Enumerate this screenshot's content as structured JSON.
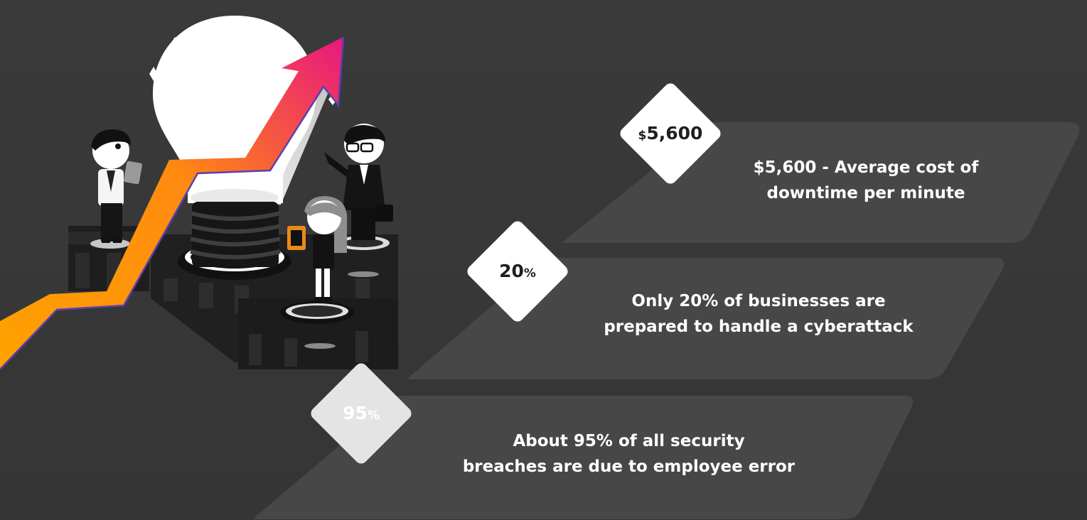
{
  "stats": [
    {
      "badge_prefix": "$",
      "badge_number": "5,600",
      "badge_suffix": "",
      "badge_color": "#1f1f1f",
      "caption_line1": "$5,600 - Average cost of",
      "caption_line2": "downtime per minute"
    },
    {
      "badge_prefix": "",
      "badge_number": "20",
      "badge_suffix": "%",
      "badge_color": "#1f1f1f",
      "caption_line1": "Only 20% of businesses are",
      "caption_line2": "prepared to handle a cyberattack"
    },
    {
      "badge_prefix": "",
      "badge_number": "95",
      "badge_suffix": "%",
      "badge_color": "#ffffff",
      "caption_line1": "About 95% of all security",
      "caption_line2": "breaches are due to employee error"
    }
  ],
  "colors": {
    "background": "#373737",
    "band": "#474747",
    "diamond_light": "#ffffff",
    "diamond_muted": "#e4e4e4",
    "arrow_start": "#ff9a00",
    "arrow_end": "#e8177f"
  }
}
